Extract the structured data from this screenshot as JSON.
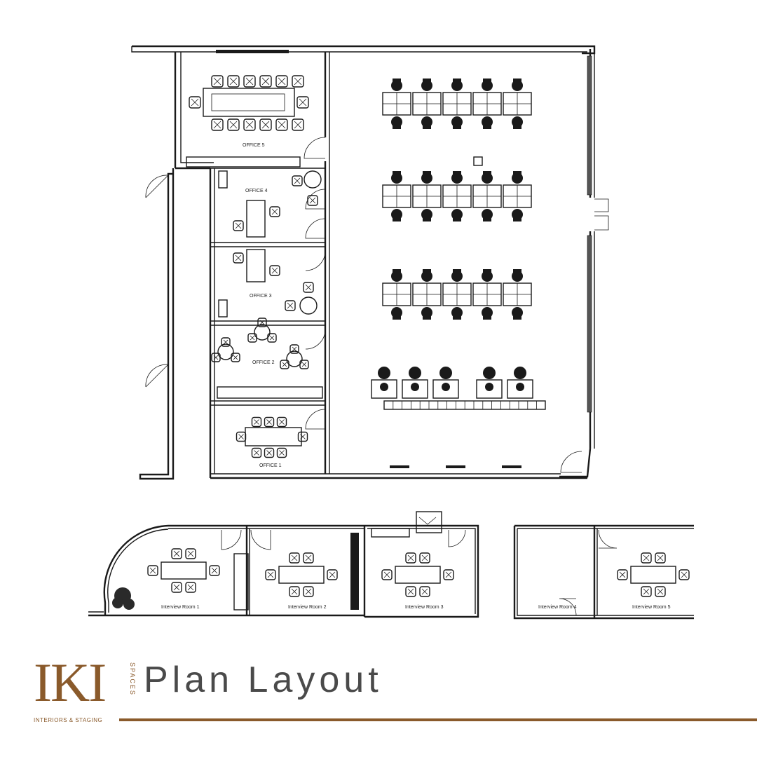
{
  "brand": {
    "mark": "IKI",
    "side_text": "SPACES",
    "tagline": "INTERIORS & STAGING",
    "accent_color": "#8a5a2b"
  },
  "title": "Plan Layout",
  "rooms": {
    "office_5": "OFFICE 5",
    "office_4": "OFFICE 4",
    "office_3": "OFFICE 3",
    "office_2": "OFFICE 2",
    "office_1": "OFFICE 1",
    "interview_1": "Interview Room 1",
    "interview_2": "Interview Room 2",
    "interview_3": "Interview Room 3",
    "interview_4": "Interview Room 4",
    "interview_5": "Interview Room 5"
  }
}
